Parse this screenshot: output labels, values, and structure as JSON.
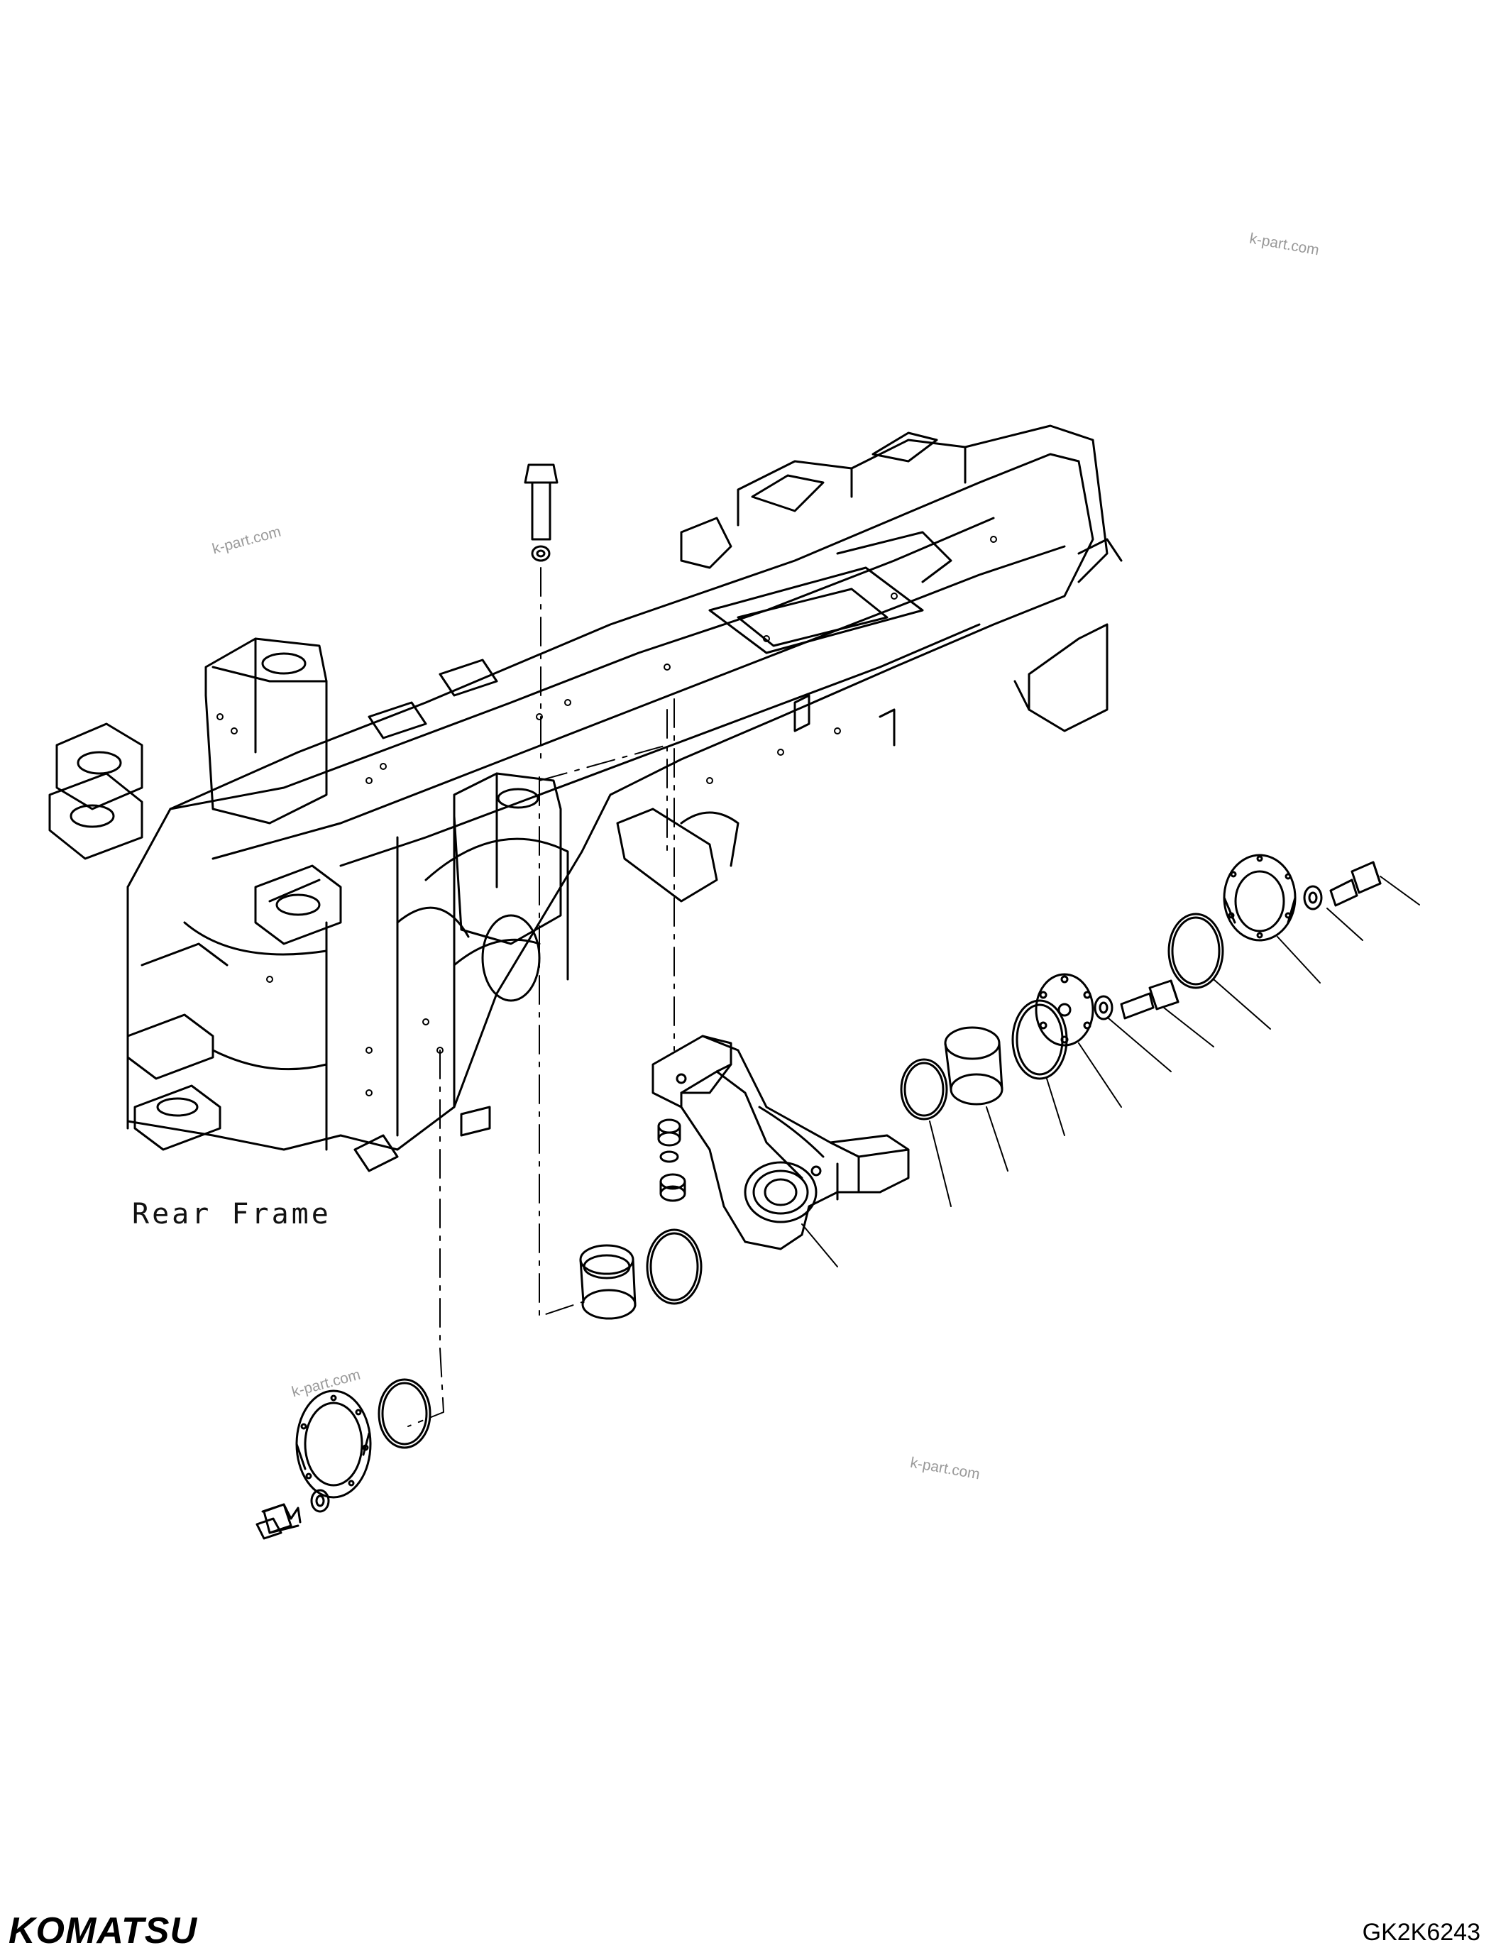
{
  "diagram": {
    "label_rear_frame": "Rear Frame",
    "diagram_code": "GK2K6243",
    "brand": "KOMATSU",
    "watermark_text": "k-part.com",
    "colors": {
      "line": "#000000",
      "watermark": "#9a9a9a",
      "background": "#ffffff"
    }
  }
}
